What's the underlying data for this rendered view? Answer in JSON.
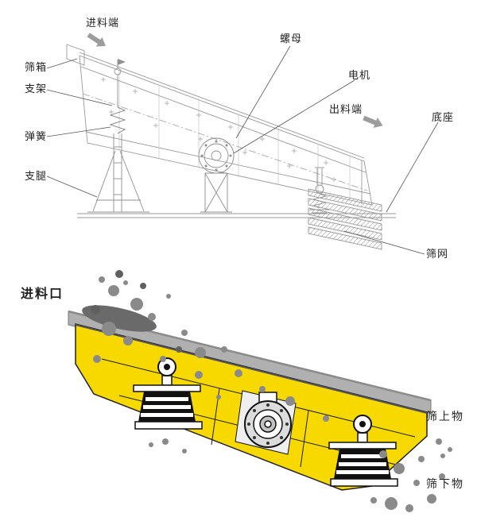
{
  "colors": {
    "screen_yellow": "#F7D900",
    "deck_gray": "#B0B0B0",
    "line_gray": "#9A9A9A",
    "leader_gray": "#555555",
    "arrow_gray": "#9C9C9C",
    "particle_gray": "#8A8A8A",
    "particle_dark": "#606060",
    "pile_dark": "#6A6A6A"
  },
  "top_diagram": {
    "description": "engineering line drawing of inclined circular vibrating screen",
    "labels": [
      {
        "id": "feed-end",
        "text": "进料端"
      },
      {
        "id": "nut",
        "text": "螺母"
      },
      {
        "id": "screen-box",
        "text": "筛箱"
      },
      {
        "id": "motor",
        "text": "电机"
      },
      {
        "id": "support-frame",
        "text": "支架"
      },
      {
        "id": "discharge-end",
        "text": "出料端"
      },
      {
        "id": "base",
        "text": "底座"
      },
      {
        "id": "spring",
        "text": "弹簧"
      },
      {
        "id": "support-leg",
        "text": "支腿"
      },
      {
        "id": "screen-mesh",
        "text": "筛网"
      }
    ]
  },
  "bottom_diagram": {
    "description": "color illustration of vibrating screen material flow",
    "labels": [
      {
        "id": "feed-inlet",
        "text": "进料口"
      },
      {
        "id": "oversize-outlet",
        "text": "筛上物"
      },
      {
        "id": "undersize-outlet",
        "text": "筛下物"
      }
    ]
  }
}
